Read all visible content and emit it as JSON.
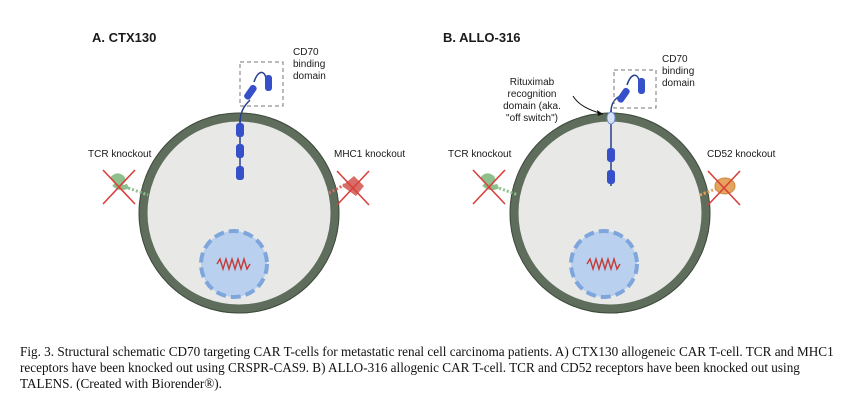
{
  "panel_a": {
    "title": "A. CTX130",
    "binding_domain_label": [
      "CD70",
      "binding",
      "domain"
    ],
    "left_knockout_label": "TCR knockout",
    "right_knockout_label": "MHC1 knockout"
  },
  "panel_b": {
    "title": "B. ALLO-316",
    "binding_domain_label": [
      "CD70",
      "binding",
      "domain"
    ],
    "switch_label": [
      "Rituximab",
      "recognition",
      "domain (aka.",
      "\"off switch\")"
    ],
    "left_knockout_label": "TCR knockout",
    "right_knockout_label": "CD52 knockout"
  },
  "caption": "Fig. 3.  Structural schematic CD70 targeting CAR T-cells for metastatic renal cell carcinoma patients. A) CTX130 allogeneic CAR T-cell. TCR and MHC1 receptors have been knocked out using CRSPR-CAS9. B) ALLO-316 allogenic CAR T-cell. TCR and CD52 receptors have been knocked out using TALENS. (Created with Biorender®).",
  "colors": {
    "cell_membrane": "#5f6e5c",
    "cytoplasm": "#e8e9e6",
    "nucleus": "#b9d0ee",
    "receptor": "#2e4fbf",
    "knockout_cross": "#d9403a",
    "tcr": "#8fbf8c",
    "mhc1": "#d86d68",
    "cd52": "#e5a35c"
  }
}
